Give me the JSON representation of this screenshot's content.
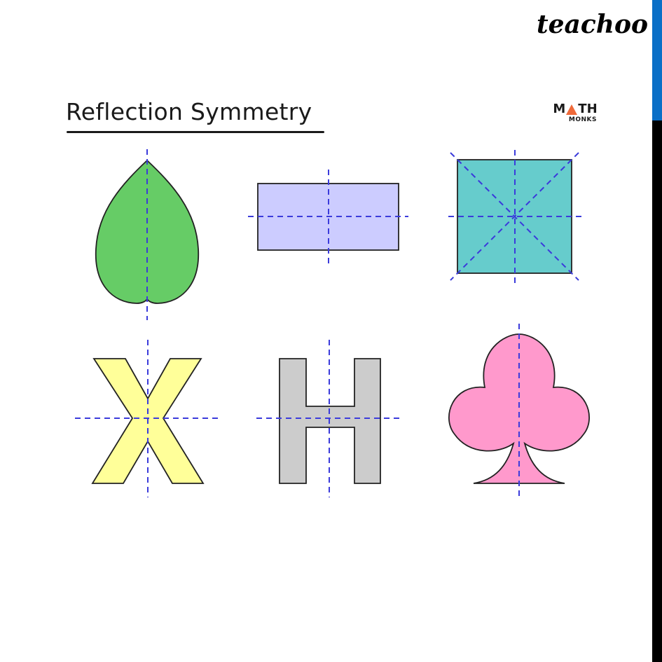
{
  "header": {
    "brand": "teachoo",
    "title": "Reflection Symmetry",
    "logo": {
      "word_left": "M",
      "word_right": "TH",
      "sub": "MONKS",
      "accent": "#ef6a3a"
    }
  },
  "sidebar_strip": {
    "top_color": "#0a6fc7",
    "bottom_color": "#000000"
  },
  "line_of_symmetry_color": "#3b3bdb",
  "shapes": [
    {
      "name": "leaf",
      "fill": "#66cc66",
      "lines_of_symmetry": 1
    },
    {
      "name": "rectangle",
      "fill": "#ccccff",
      "lines_of_symmetry": 2
    },
    {
      "name": "square",
      "fill": "#66cccc",
      "lines_of_symmetry": 4
    },
    {
      "name": "letter-X",
      "fill": "#ffff99",
      "lines_of_symmetry": 2
    },
    {
      "name": "letter-H",
      "fill": "#cccccc",
      "lines_of_symmetry": 2
    },
    {
      "name": "club",
      "fill": "#ff99cc",
      "lines_of_symmetry": 1
    }
  ]
}
